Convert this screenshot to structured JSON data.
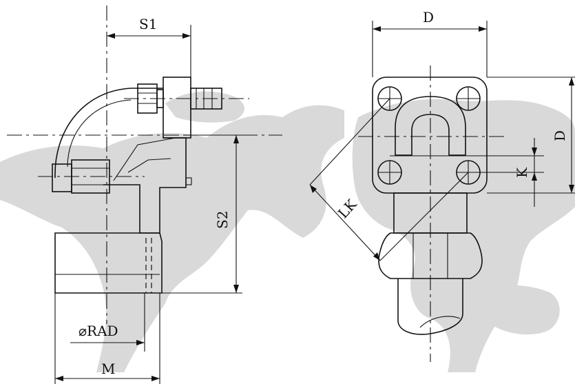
{
  "drawing": {
    "labels": {
      "s1": "S1",
      "s2": "S2",
      "m": "M",
      "rad": "⌀RAD",
      "d_top": "D",
      "d_side": "D",
      "k": "K",
      "lk": "LK"
    },
    "colors": {
      "ink": "#111111",
      "map": "#d9d9d9",
      "background": "#ffffff"
    }
  }
}
